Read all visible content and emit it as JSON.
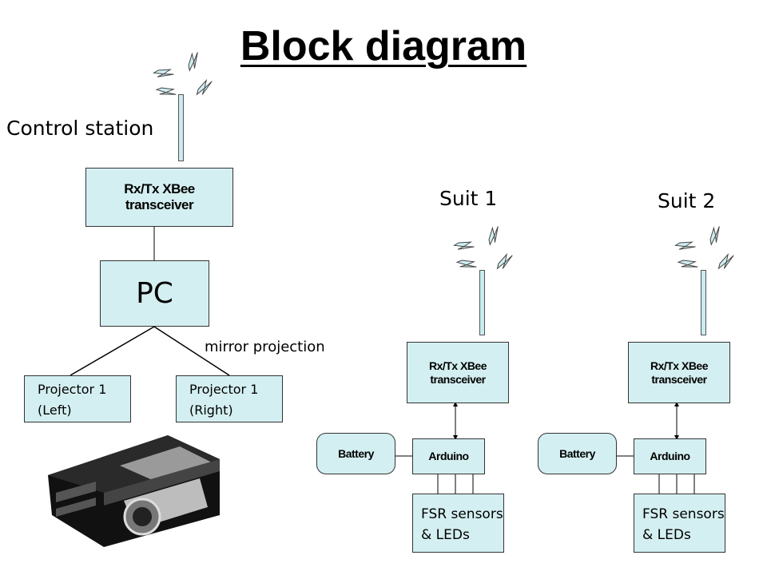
{
  "title": "Block diagram",
  "control_station": {
    "heading": "Control station",
    "xbee_line1": "Rx/Tx XBee",
    "xbee_line2": "transceiver",
    "pc_label": "PC",
    "mirror_label": "mirror projection",
    "projector_left": {
      "line1": "Projector 1",
      "line2": "(Left)"
    },
    "projector_right": {
      "line1": "Projector 1",
      "line2": "(Right)"
    }
  },
  "suits": [
    {
      "heading": "Suit 1",
      "xbee_line1": "Rx/Tx XBee",
      "xbee_line2": "transceiver",
      "battery": "Battery",
      "arduino": "Arduino",
      "fsr_line1": "FSR sensors",
      "fsr_line2": "& LEDs"
    },
    {
      "heading": "Suit 2",
      "xbee_line1": "Rx/Tx XBee",
      "xbee_line2": "transceiver",
      "battery": "Battery",
      "arduino": "Arduino",
      "fsr_line1": "FSR sensors",
      "fsr_line2": "& LEDs"
    }
  ],
  "colors": {
    "box_fill": "#d4eff1",
    "outline": "#333333"
  },
  "icons": [
    "antenna-icon",
    "lightning-bolt-icon",
    "projector-image"
  ]
}
